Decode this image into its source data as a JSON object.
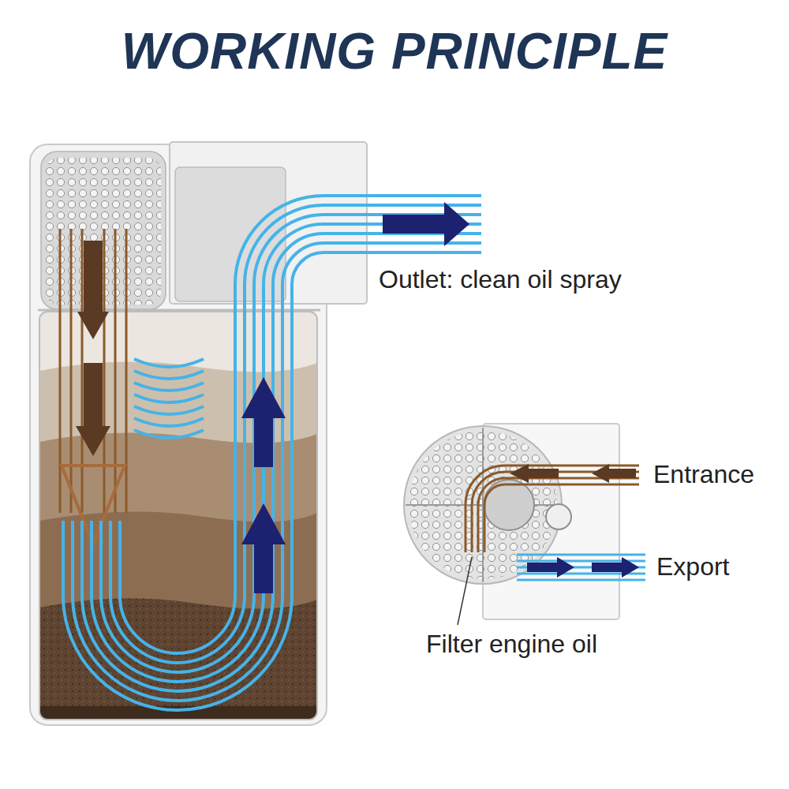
{
  "diagram": {
    "title": "WORKING PRINCIPLE",
    "labels": [
      "Outlet: clean oil spray",
      "Entrance",
      "Export",
      "Filter engine oil"
    ]
  }
}
